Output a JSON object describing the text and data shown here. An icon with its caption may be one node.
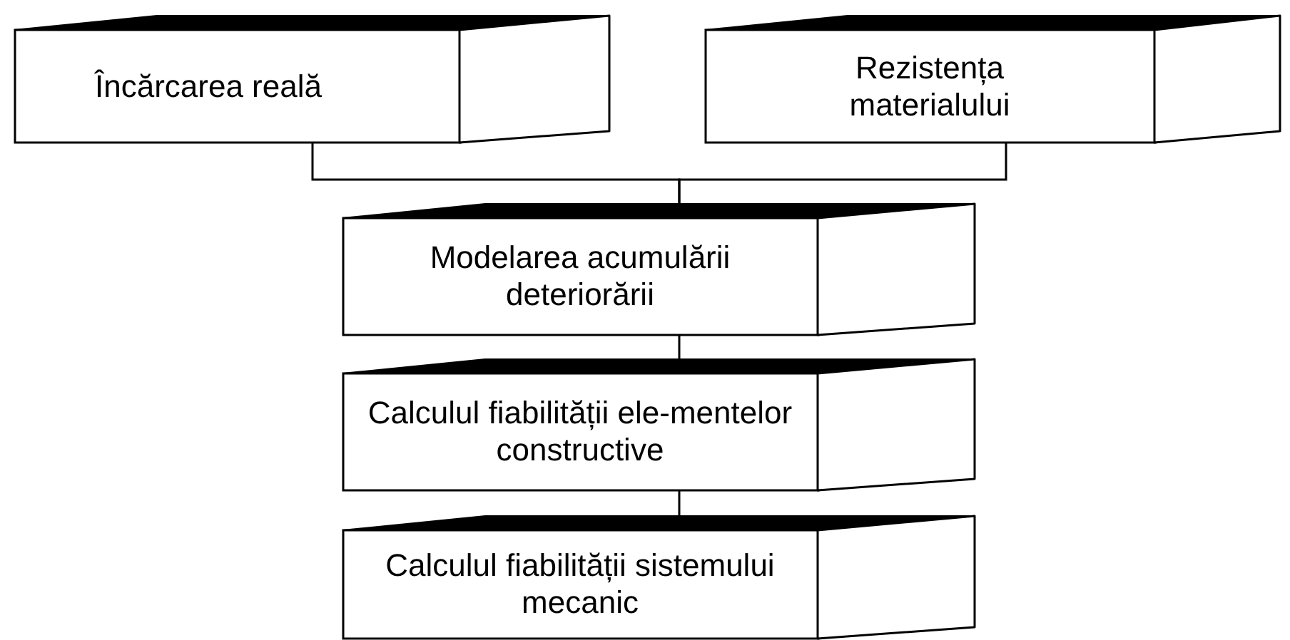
{
  "diagram": {
    "nodes": [
      {
        "text": [
          "Încărcarea reală"
        ]
      },
      {
        "text": [
          "Rezistența materialului"
        ]
      },
      {
        "text": [
          "Modelarea acumulării deteriorării"
        ]
      },
      {
        "text": [
          "Calculul fiabilității ele-mentelor constructive"
        ]
      },
      {
        "text": [
          "Calculul fiabilității sistemului mecanic"
        ]
      }
    ],
    "edges": [
      {
        "from": 0,
        "to": 2,
        "arrow": "none"
      },
      {
        "from": 1,
        "to": 2,
        "arrow": "none"
      },
      {
        "from": 2,
        "to": 3,
        "arrow": "none"
      },
      {
        "from": 3,
        "to": 4,
        "arrow": "none"
      }
    ]
  }
}
